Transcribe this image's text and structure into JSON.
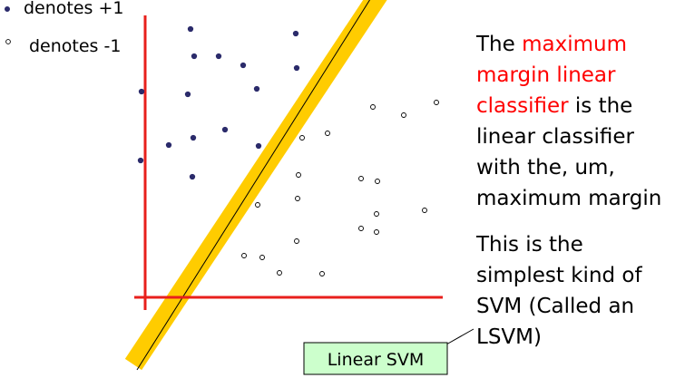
{
  "legend": {
    "positive_label": "denotes +1",
    "negative_label": "denotes -1"
  },
  "description": {
    "part1": "The ",
    "part2_highlight": "maximum",
    "line2_highlight": "margin linear",
    "line3_highlight": "classifier",
    "line3_rest": " is the",
    "line4": "linear classifier",
    "line5": "with the, um,",
    "line6": "maximum margin"
  },
  "note": {
    "line1": "This is the",
    "line2": "simplest kind of",
    "line3": "SVM (Called an",
    "line4": "LSVM)"
  },
  "callout": {
    "label": "Linear SVM"
  },
  "colors": {
    "axis": "#e8201c",
    "margin_band": "#ffcc00",
    "positive_point": "#2b2b6b",
    "negative_point": "#ffffff",
    "callout_bg": "#ccffcc",
    "highlight_text": "#ff0000"
  },
  "chart_data": {
    "type": "scatter",
    "series": [
      {
        "name": "denotes +1",
        "x": [
          210,
          326,
          214,
          241,
          268,
          327,
          156,
          207,
          283,
          248,
          213,
          186,
          285,
          155,
          212
        ],
        "y": [
          32,
          37,
          62,
          62,
          72,
          75,
          101,
          104,
          98,
          143,
          152,
          160,
          161,
          177,
          195
        ]
      },
      {
        "name": "denotes -1",
        "x": [
          411,
          445,
          481,
          333,
          361,
          329,
          398,
          416,
          328,
          284,
          415,
          468,
          398,
          415,
          327,
          269,
          289,
          308,
          355
        ],
        "y": [
          118,
          127,
          113,
          152,
          147,
          193,
          197,
          200,
          219,
          226,
          236,
          232,
          252,
          256,
          266,
          282,
          284,
          301,
          302
        ]
      }
    ]
  }
}
